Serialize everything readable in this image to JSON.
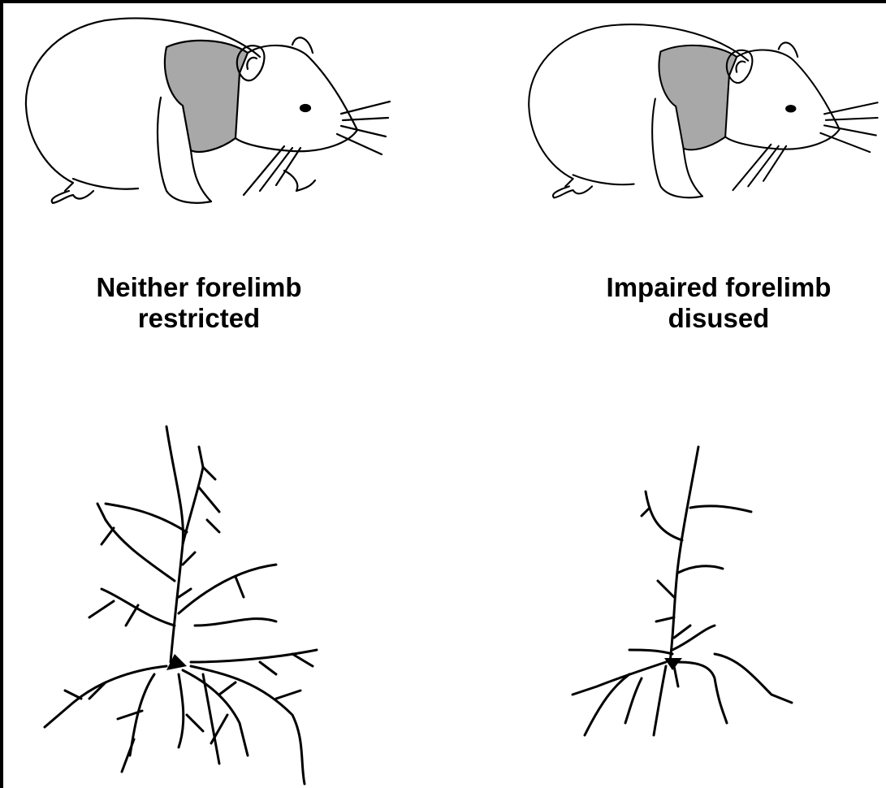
{
  "panels": [
    {
      "caption": {
        "line1": "Neither forelimb",
        "line2": "restricted"
      }
    },
    {
      "caption": {
        "line1": "Impaired forelimb",
        "line2": "disused"
      }
    }
  ],
  "colors": {
    "background": "#ffffff",
    "ink": "#000000",
    "vest": "#a8a8a8",
    "frame": "#000000"
  },
  "icons": [
    "rat-icon",
    "neuron-icon"
  ]
}
